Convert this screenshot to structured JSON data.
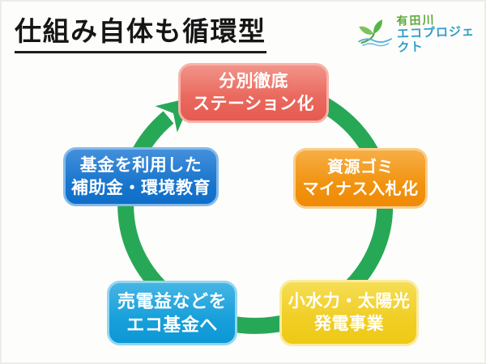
{
  "title": "仕組み自体も循環型",
  "logo": {
    "name_line": "有田川",
    "project_line": "エコプロジェクト"
  },
  "colors": {
    "ring_green": "#27A857",
    "step_top_red": "#EA6A5F",
    "step_right_orange": "#F1930F",
    "step_bottom_right_yellow": "#F0CE24",
    "step_bottom_left_cyan": "#17A0DA",
    "step_left_blue": "#1A76CD"
  },
  "cycle": {
    "direction": "clockwise",
    "steps": [
      {
        "position": "top",
        "lines": [
          "分別徹底",
          "ステーション化"
        ]
      },
      {
        "position": "right",
        "lines": [
          "資源ゴミ",
          "マイナス入札化"
        ]
      },
      {
        "position": "bottom-right",
        "lines": [
          "小水力・太陽光",
          "発電事業"
        ]
      },
      {
        "position": "bottom-left",
        "lines": [
          "売電益などを",
          "エコ基金へ"
        ]
      },
      {
        "position": "left",
        "lines": [
          "基金を利用した",
          "補助金・環境教育"
        ]
      }
    ]
  }
}
